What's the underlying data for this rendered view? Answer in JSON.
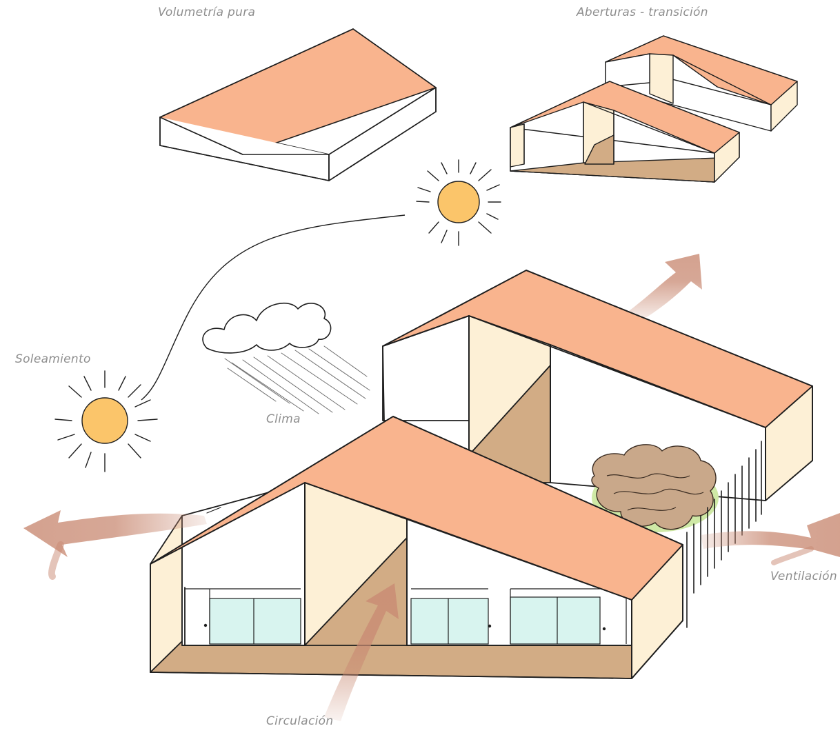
{
  "labels": {
    "volumetria": "Volumetría pura",
    "aberturas": "Aberturas - transición",
    "soleamiento": "Soleamiento",
    "clima": "Clima",
    "ventilacion": "Ventilación",
    "circulacion": "Circulación"
  },
  "colors": {
    "roof": "#f9b48e",
    "wall_light": "#fdf0d6",
    "ground": "#d2ac85",
    "sun": "#fbc56a",
    "glass": "#d8f4ef",
    "arrow": "#c98a73",
    "foliage": "#c9a88a",
    "grass": "#cfe9a6",
    "ink": "#1e1e1e",
    "label": "#8e8e8e"
  },
  "icons": [
    "sun-icon",
    "cloud-icon",
    "rain-icon",
    "airflow-arrow-icon",
    "tree-icon"
  ]
}
